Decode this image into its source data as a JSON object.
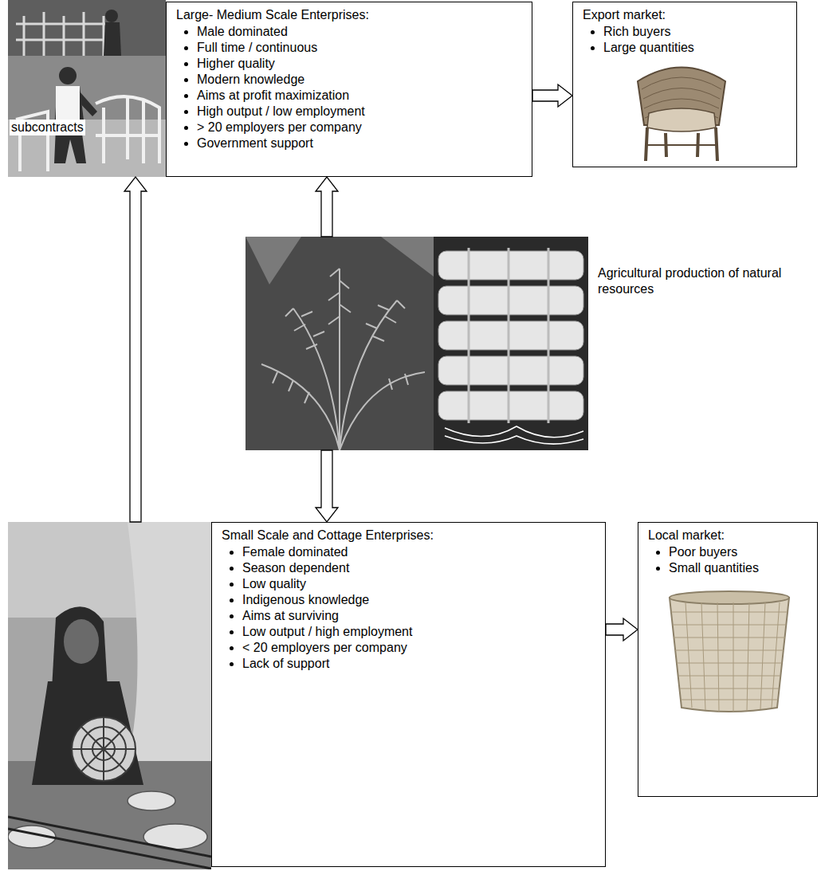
{
  "diagram": {
    "nodes": [
      {
        "text": [
          "Large- Medium Scale Enterprises:",
          "Male dominated",
          "Full time / continuous",
          "Higher quality",
          "Modern knowledge",
          "Aims at profit maximization",
          "High output / low employment",
          "> 20 employers per company",
          "Government support"
        ]
      },
      {
        "text": [
          "Export market:",
          "Rich buyers",
          "Large quantities"
        ]
      },
      {
        "text": [
          "Agricultural production of natural resources"
        ]
      },
      {
        "text": [
          "Small Scale and Cottage Enterprises:",
          "Female dominated",
          "Season dependent",
          "Low quality",
          "Indigenous knowledge",
          "Aims at surviving",
          "Low output / high employment",
          "< 20 employers per company",
          "Lack of support"
        ]
      },
      {
        "text": [
          "Local market:",
          "Poor buyers",
          "Small quantities"
        ]
      }
    ],
    "edges": [
      {
        "from": 0,
        "to": 1,
        "arrow": "to"
      },
      {
        "from": 2,
        "to": 0,
        "arrow": "to"
      },
      {
        "from": 2,
        "to": 3,
        "arrow": "to"
      },
      {
        "from": 3,
        "to": 0,
        "arrow": "to",
        "label": "subcontracts"
      },
      {
        "from": 3,
        "to": 4,
        "arrow": "to"
      }
    ]
  }
}
